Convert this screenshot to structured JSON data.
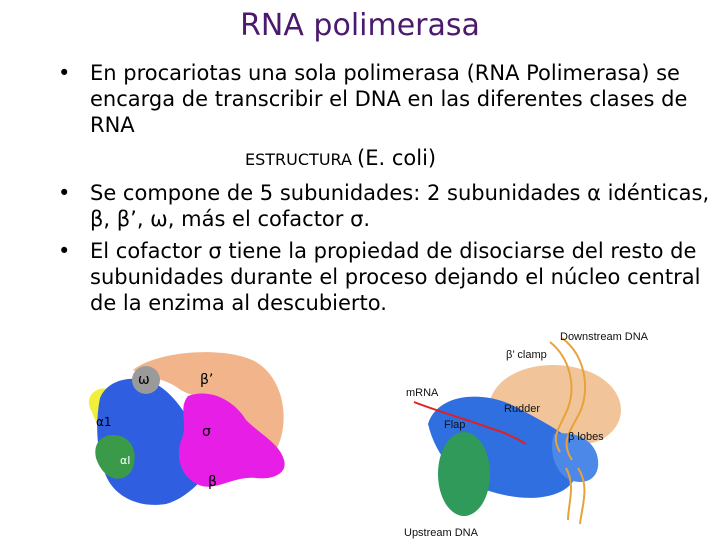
{
  "title": "RNA polimerasa",
  "bullets": [
    {
      "marker": "•",
      "text": "En procariotas una sola polimerasa (RNA Polimerasa) se encarga de transcribir el  DNA en las diferentes clases de RNA"
    },
    {
      "marker": "•",
      "text": "Se compone de 5 subunidades: 2 subunidades α idénticas, β, β’, ω, más el cofactor σ."
    },
    {
      "marker": "•",
      "text": "El cofactor σ tiene la propiedad de disociarse del resto de subunidades durante el proceso dejando el núcleo central de la enzima al descubierto."
    }
  ],
  "sub_heading": {
    "label": "ESTRUCTURA",
    "organism": "(E. coli)"
  },
  "figure_left": {
    "labels": {
      "omega": "ω",
      "beta_prime": "β’",
      "alpha_1": "α1",
      "sigma": "σ",
      "alpha_I": "αI",
      "beta": "β"
    },
    "colors": {
      "alpha": "#f2ef3a",
      "alpha_I": "#3a9a4a",
      "beta": "#2f5fe0",
      "beta_prime": "#f2b48a",
      "omega": "#9a9a9a",
      "sigma": "#e61ee6"
    }
  },
  "figure_right": {
    "labels": {
      "downstream": "Downstream DNA",
      "clamp": "β’ clamp",
      "mrna": "mRNA",
      "rudder": "Rudder",
      "flap": "Flap",
      "lobes": "β lobes",
      "upstream": "Upstream DNA"
    },
    "colors": {
      "beta_prime": "#f2c49a",
      "beta": "#2f6fe0",
      "alpha": "#2f9a5a",
      "dna": "#e8a23a",
      "mrna": "#e02020"
    }
  }
}
